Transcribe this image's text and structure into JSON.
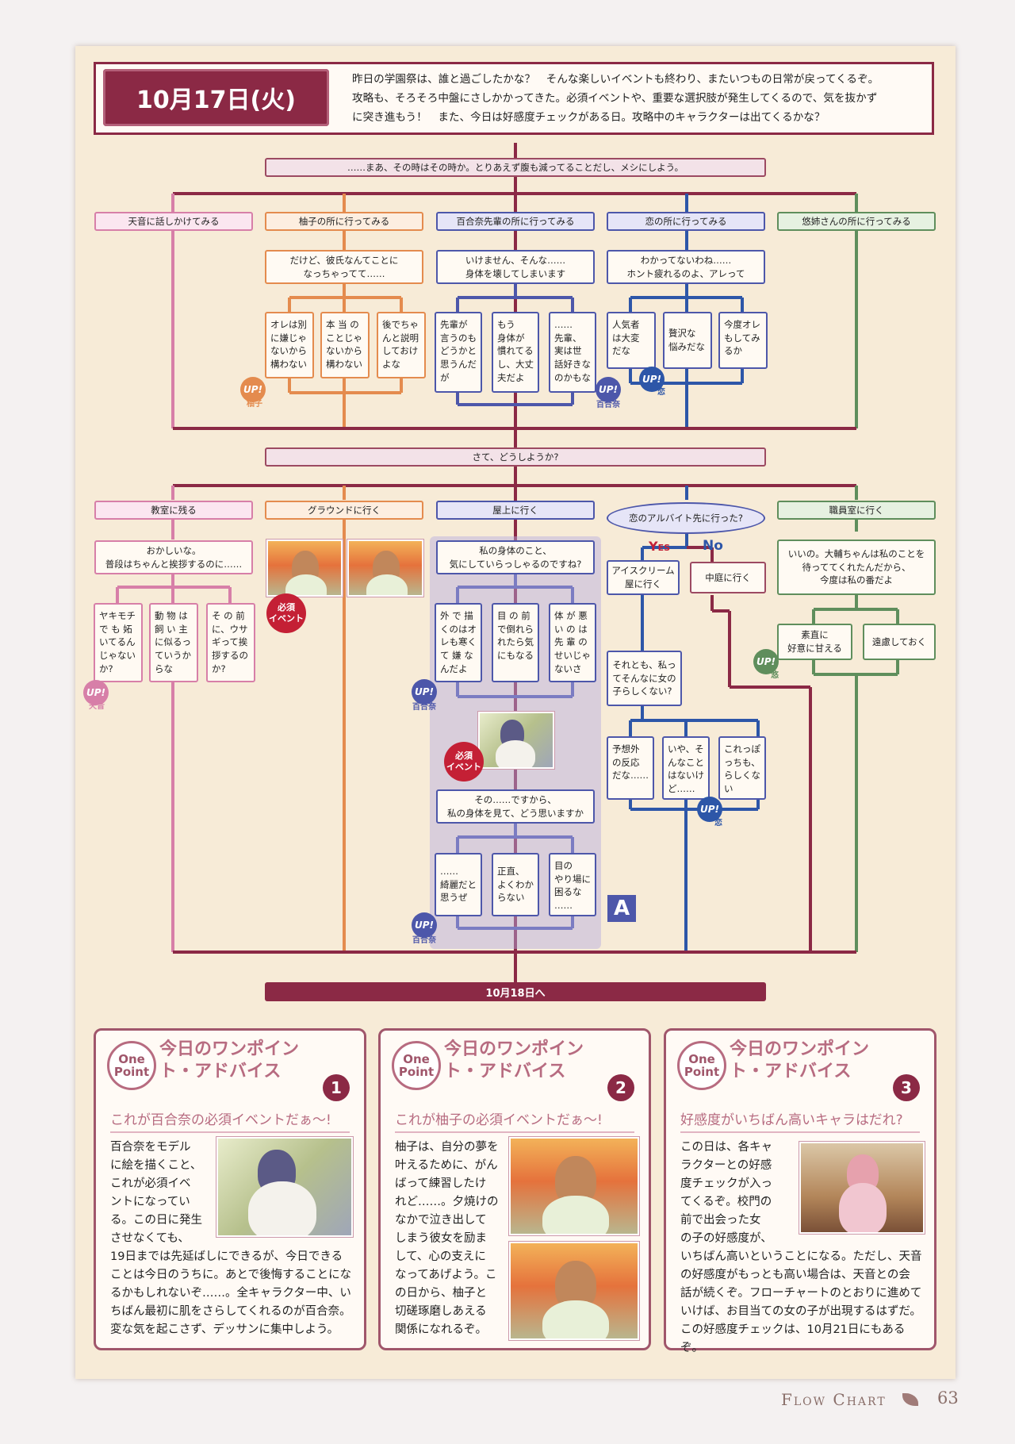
{
  "header": {
    "date": "10月17日(火)",
    "intro": "昨日の学園祭は、誰と過ごしたかな？　そんな楽しいイベントも終わり、またいつもの日常が戻ってくるぞ。\n攻略も、そろそろ中盤にさしかかってきた。必須イベントや、重要な選択肢が発生してくるので、気を抜かず\nに突き進もう！　また、今日は好感度チェックがある日。攻略中のキャラクターは出てくるかな？"
  },
  "colors": {
    "kanon": "#d77fa8",
    "yuzu": "#e48b4e",
    "yurina": "#4d57aa",
    "ren": "#2d56a8",
    "yu": "#5f8e5c",
    "main": "#8b2945"
  },
  "part1": {
    "prompt": "……まあ、その時はその時か。とりあえず腹も減ってることだし、メシにしよう。",
    "choices": [
      "天音に話しかけてみる",
      "柚子の所に行ってみる",
      "百合奈先輩の所に行ってみる",
      "恋の所に行ってみる",
      "悠姉さんの所に行ってみる"
    ],
    "yuzu_line": "だけど、彼氏なんてことに\nなっちゃってて……",
    "yuzu_opts": [
      "オレは別\nに嫌じゃ\nないから\n構わない",
      "本 当 の\nことじゃ\nないから\n構わない",
      "後でちゃ\nんと説明\nしておけ\nよな"
    ],
    "yurina_line": "いけません、そんな……\n身体を壊してしまいます",
    "yurina_opts": [
      "先輩が\n言うのも\nどうかと\n思うんだ\nが",
      "もう\n身体が\n慣れてる\nし、大丈\n夫だよ",
      "……\n先輩、\n実は世\n話好きな\nのかもな"
    ],
    "ren_line": "わかってないわね……\nホント疲れるのよ、アレって",
    "ren_opts": [
      "人気者\nは大変\nだな",
      "贅沢な\n悩みだな",
      "今度オレ\nもしてみ\nるか"
    ]
  },
  "part2": {
    "prompt": "さて、どうしようか?",
    "choices": [
      "教室に残る",
      "グラウンドに行く",
      "屋上に行く",
      "恋のアルバイト先に行った?",
      "職員室に行く"
    ],
    "yes": "Yes",
    "no": "No",
    "kanon_line": "おかしいな。\n普段はちゃんと挨拶するのに……",
    "kanon_opts": [
      "ヤキモチ\nで も 妬\nいてるん\nじゃない\nか?",
      "動 物 は\n飼 い 主\nに似るっ\nていうか\nらな",
      "そ の 前\nに、ウサ\nギって挨\n拶するの\nか?"
    ],
    "roof_line1": "私の身体のこと、\n気にしていらっしゃるのですね?",
    "roof_opts1": [
      "外 で 描\nくのはオ\nレも寒く\nて 嫌 な\nんだよ",
      "目 の 前\nで倒れら\nれたら気\nにもなる",
      "体 が 悪\nい の は\n先 輩 の\nせいじゃ\nないさ"
    ],
    "roof_line2": "その……ですから、\n私の身体を見て、どう思いますか",
    "roof_opts2": [
      "……\n綺麗だと\n思うぜ",
      "正直、\nよくわか\nらない",
      "目の\nやり場に\n困るな\n……"
    ],
    "ren_yes": "アイスクリーム\n屋に行く",
    "ren_no": "中庭に行く",
    "ren_q": "それとも、私っ\nてそんなに女の\n子らしくない?",
    "ren_opts": [
      "予想外\nの反応\nだな……",
      "いや、そ\nんなこと\nはないけ\nど……",
      "これっぽ\nっちも、\nらしくな\nい"
    ],
    "yu_line": "いいの。大輔ちゃんは私のことを\n待っててくれたんだから、\n今度は私の番だよ",
    "yu_opts": [
      "素直に\n好意に甘える",
      "遠慮しておく"
    ],
    "end": "10月18日へ",
    "section_label": "A"
  },
  "badges": {
    "up": "UP!",
    "yuzu": "柚子",
    "yurina": "百合奈",
    "ren": "恋",
    "kanon": "天音",
    "yu": "悠",
    "event": "必須\nイベント"
  },
  "tips": [
    {
      "onepoint": "One\nPoint",
      "title": "今日のワンポイント・アドバイス",
      "num": "1",
      "subtitle": "これが百合奈の必須イベントだぁ～!",
      "text_side": "百合奈をモデル\nに絵を描くこと、\nこれが必須イベ\nントになってい\nる。この日に発生\nさせなくても、",
      "text_full": "19日までは先延ばしにできるが、今日できる\nことは今日のうちに。あとで後悔することにな\nるかもしれないぞ……。全キャラクター中、い\nちばん最初に肌をさらしてくれるのが百合奈。\n変な気を起こさず、デッサンに集中しよう。"
    },
    {
      "onepoint": "One\nPoint",
      "title": "今日のワンポイント・アドバイス",
      "num": "2",
      "subtitle": "これが柚子の必須イベントだぁ～!",
      "text_side": "柚子は、自分の夢を\n叶えるために、がん\nばって練習したけ\nれど……。夕焼けの\nなかで泣き出して\nしまう彼女を励ま\nして、心の支えに\nなってあげよう。こ\nの日から、柚子と\n切磋琢磨しあえる\n関係になれるぞ。",
      "text_full": ""
    },
    {
      "onepoint": "One\nPoint",
      "title": "今日のワンポイント・アドバイス",
      "num": "3",
      "subtitle": "好感度がいちばん高いキャラはだれ?",
      "text_side": "この日は、各キャ\nラクターとの好感\n度チェックが入っ\nてくるぞ。校門の\n前で出会った女\nの子の好感度が、",
      "text_full": "いちばん高いということになる。ただし、天音\nの好感度がもっとも高い場合は、天音との会\n話が続くぞ。フローチャートのとおりに進めて\nいけば、お目当ての女の子が出現するはずだ。\nこの好感度チェックは、10月21日にもあるぞ。"
    }
  ],
  "footer": {
    "label": "Flow Chart",
    "page": "63"
  }
}
